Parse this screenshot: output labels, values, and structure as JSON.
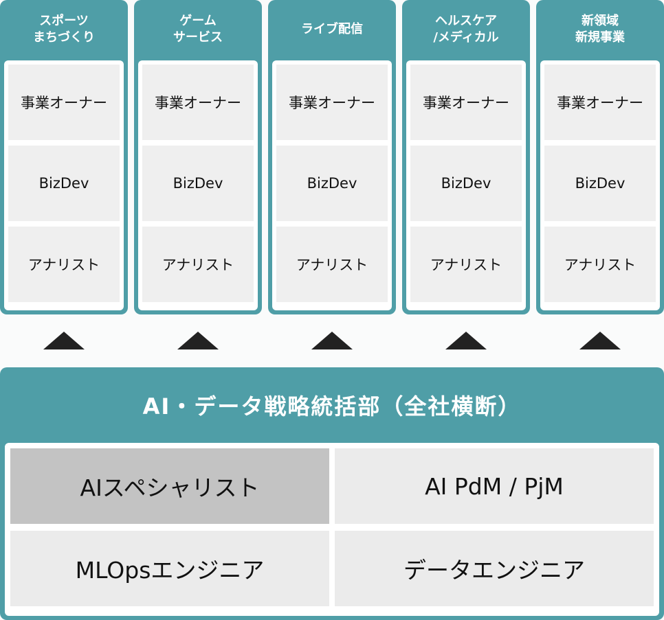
{
  "columns": [
    {
      "title": "スポーツ\nまちづくり",
      "roles": [
        "事業オーナー",
        "BizDev",
        "アナリスト"
      ]
    },
    {
      "title": "ゲーム\nサービス",
      "roles": [
        "事業オーナー",
        "BizDev",
        "アナリスト"
      ]
    },
    {
      "title": "ライブ配信",
      "roles": [
        "事業オーナー",
        "BizDev",
        "アナリスト"
      ]
    },
    {
      "title": "ヘルスケア\n/メディカル",
      "roles": [
        "事業オーナー",
        "BizDev",
        "アナリスト"
      ]
    },
    {
      "title": "新領域\n新規事業",
      "roles": [
        "事業オーナー",
        "BizDev",
        "アナリスト"
      ]
    }
  ],
  "department": {
    "title": "AI・データ戦略統括部（全社横断）",
    "roles": [
      "AIスペシャリスト",
      "AI PdM / PjM",
      "MLOpsエンジニア",
      "データエンジニア"
    ]
  },
  "colors": {
    "teal": "#4f9ea7",
    "highlight": "#c3c3c3",
    "cell": "#efefef",
    "arrow": "#222222"
  }
}
